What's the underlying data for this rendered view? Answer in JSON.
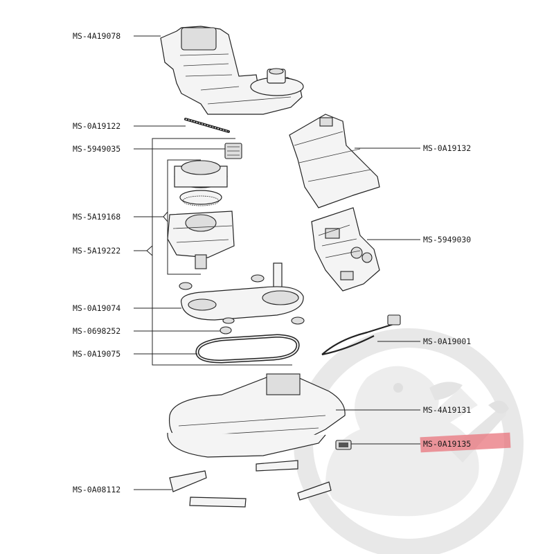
{
  "labels": {
    "l1": "MS-4A19078",
    "l2": "MS-0A19122",
    "l3": "MS-5949035",
    "l4": "MS-5A19168",
    "l5": "MS-5A19222",
    "l6": "MS-0A19074",
    "l7": "MS-0698252",
    "l8": "MS-0A19075",
    "l9": "MS-0A08112",
    "r1": "MS-0A19132",
    "r2": "MS-5949030",
    "r3": "MS-0A19001",
    "r4": "MS-4A19131",
    "r5": "MS-0A19135"
  },
  "colors": {
    "highlight": "#e8747c",
    "watermark": "#e6e6e6",
    "line": "#222222"
  },
  "icons": {
    "watermark": "duck-wrench-logo-icon"
  }
}
